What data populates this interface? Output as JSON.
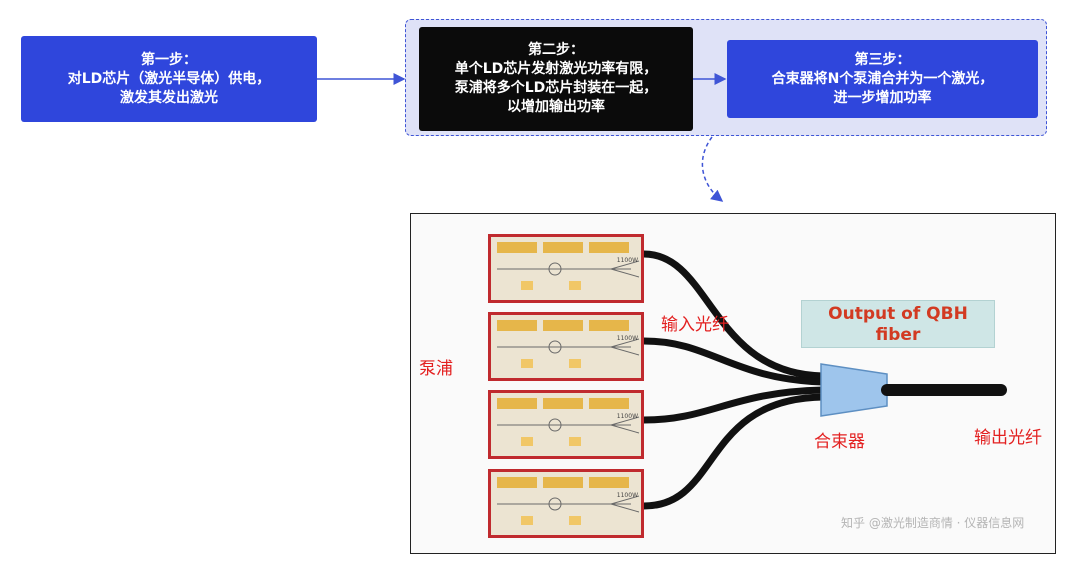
{
  "steps": [
    {
      "title": "第一步：",
      "line1": "对LD芯片（激光半导体）供电，",
      "line2": "激发其发出激光"
    },
    {
      "title": "第二步：",
      "line1": "单个LD芯片发射激光功率有限，",
      "line2": "泵浦将多个LD芯片封装在一起，",
      "line3": "以增加输出功率"
    },
    {
      "title": "第三步：",
      "line1": "合束器将N个泵浦合并为一个激光，",
      "line2": "进一步增加功率"
    }
  ],
  "figure": {
    "output_label_line1": "Output of QBH",
    "output_label_line2": "fiber",
    "label_pump": "泵浦",
    "label_input_fiber": "输入光纤",
    "label_combiner": "合束器",
    "label_output_fiber": "输出光纤",
    "module_power": "1100W",
    "watermark": "知乎 @激光制造商情 · 仪器信息网"
  },
  "colors": {
    "step_blue": "#2f46dc",
    "step_black": "#0b0b0b",
    "group_fill": "#dfe2f7",
    "connector": "#3f55d6",
    "module_border": "#c02a2e",
    "label_red": "#e32020",
    "combiner": "#9ec5ec"
  }
}
